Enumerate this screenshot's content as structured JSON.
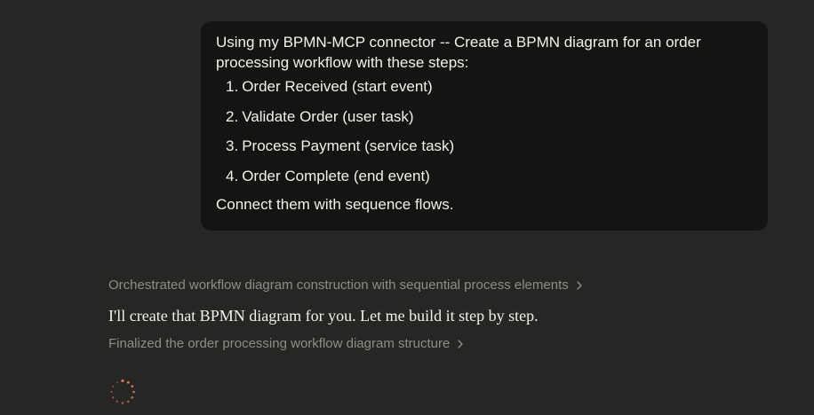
{
  "user_message": {
    "intro": "Using my BPMN-MCP connector -- Create a BPMN diagram for an order processing workflow with these steps:",
    "steps": [
      {
        "num": "1.",
        "text": "Order Received (start event)"
      },
      {
        "num": "2.",
        "text": "Validate Order (user task)"
      },
      {
        "num": "3.",
        "text": "Process Payment (service task)"
      },
      {
        "num": "4.",
        "text": "Order Complete (end event)"
      }
    ],
    "outro": "Connect them with sequence flows."
  },
  "assistant": {
    "thinking_1": "Orchestrated workflow diagram construction with sequential process elements",
    "response": "I'll create that BPMN diagram for you. Let me build it step by step.",
    "thinking_2": "Finalized the order processing workflow diagram structure"
  },
  "icons": {
    "expand": "chevron-right-icon",
    "loading": "loading-spinner-icon"
  },
  "colors": {
    "background": "#262624",
    "bubble": "#141413",
    "text": "#f3f1ec",
    "muted": "#8f8d86",
    "accent": "#d97757"
  }
}
